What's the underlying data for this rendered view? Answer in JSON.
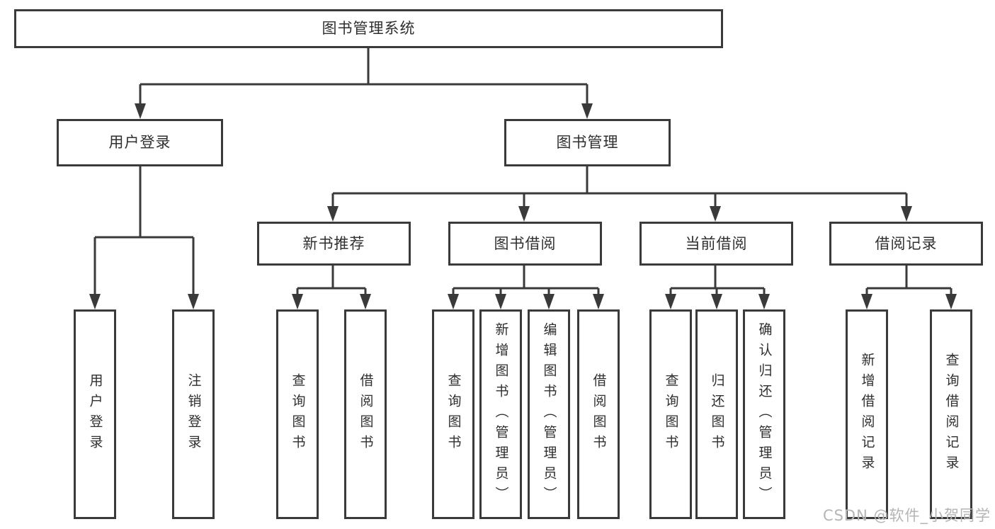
{
  "tree": {
    "root": "图书管理系统",
    "l2": [
      {
        "label": "用户登录"
      },
      {
        "label": "图书管理"
      }
    ],
    "l3": [
      {
        "label": "新书推荐"
      },
      {
        "label": "图书借阅"
      },
      {
        "label": "当前借阅"
      },
      {
        "label": "借阅记录"
      }
    ],
    "leaves": {
      "userLogin": [
        "用户登录",
        "注销登录"
      ],
      "newBooks": [
        "查询图书",
        "借阅图书"
      ],
      "borrow": [
        "查询图书",
        "新增图书（管理员）",
        "编辑图书（管理员）",
        "借阅图书"
      ],
      "current": [
        "查询图书",
        "归还图书",
        "确认归还（管理员）"
      ],
      "records": [
        "新增借阅记录",
        "查询借阅记录"
      ]
    }
  },
  "watermark": "CSDN @软件_小贺同学",
  "colors": {
    "line": "#3a3a3a",
    "text": "#2f2f2f",
    "watermark": "#b5b5b5",
    "background": "#ffffff"
  }
}
